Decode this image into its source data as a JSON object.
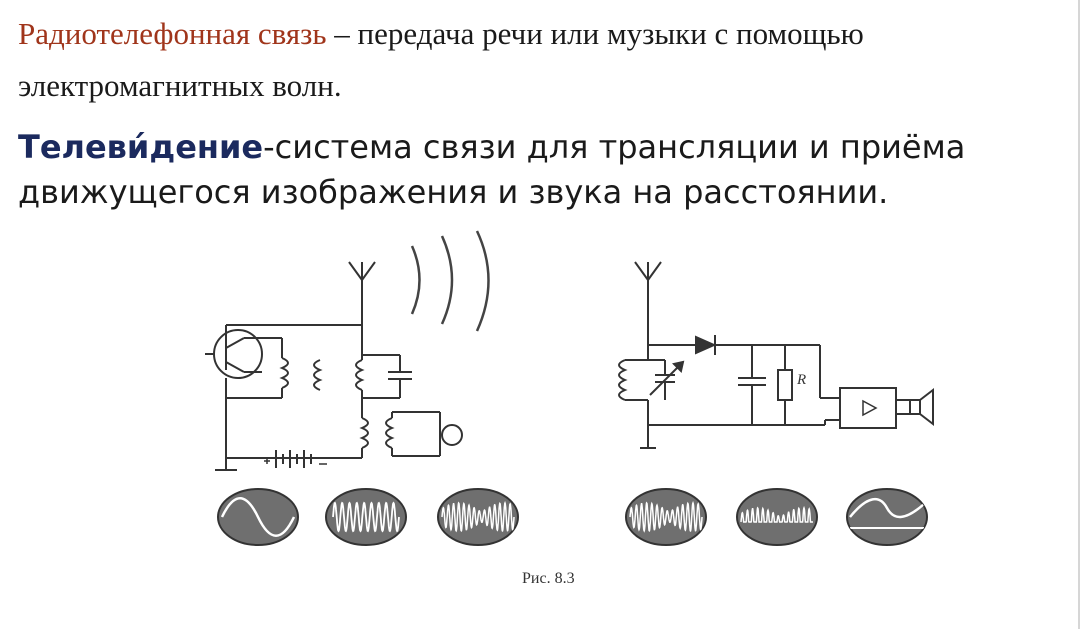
{
  "paragraph1": {
    "term": "Радиотелефонная связь",
    "rest": " – передача речи или музыки с помощью электромагнитных волн."
  },
  "paragraph2": {
    "term": "Телеви́дение",
    "line1": "-система связи для трансляции и приёма",
    "line2": "движущегося изображения и звука на расстоянии."
  },
  "figure": {
    "resistor_label": "R",
    "caption": "Рис. 8.3"
  }
}
